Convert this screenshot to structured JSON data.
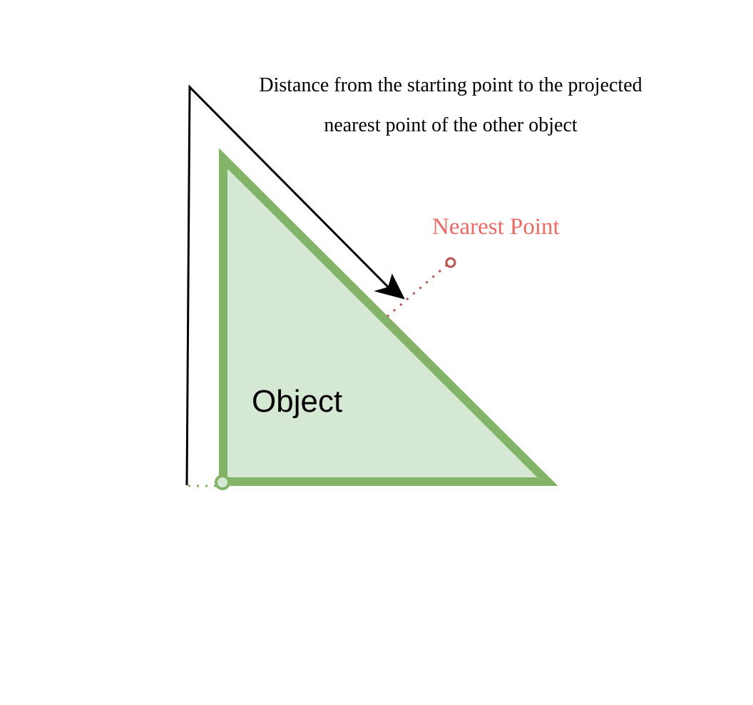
{
  "labels": {
    "distance_line_1": "Distance from the starting point to the projected",
    "distance_line_2": "nearest point of the other object",
    "nearest_point": "Nearest Point",
    "object": "Object"
  },
  "colors": {
    "object_fill": "#d5e8d4",
    "object_stroke": "#82b366",
    "nearest_point": "#b85450",
    "nearest_label": "#ea6b66",
    "arrow": "#000000"
  }
}
